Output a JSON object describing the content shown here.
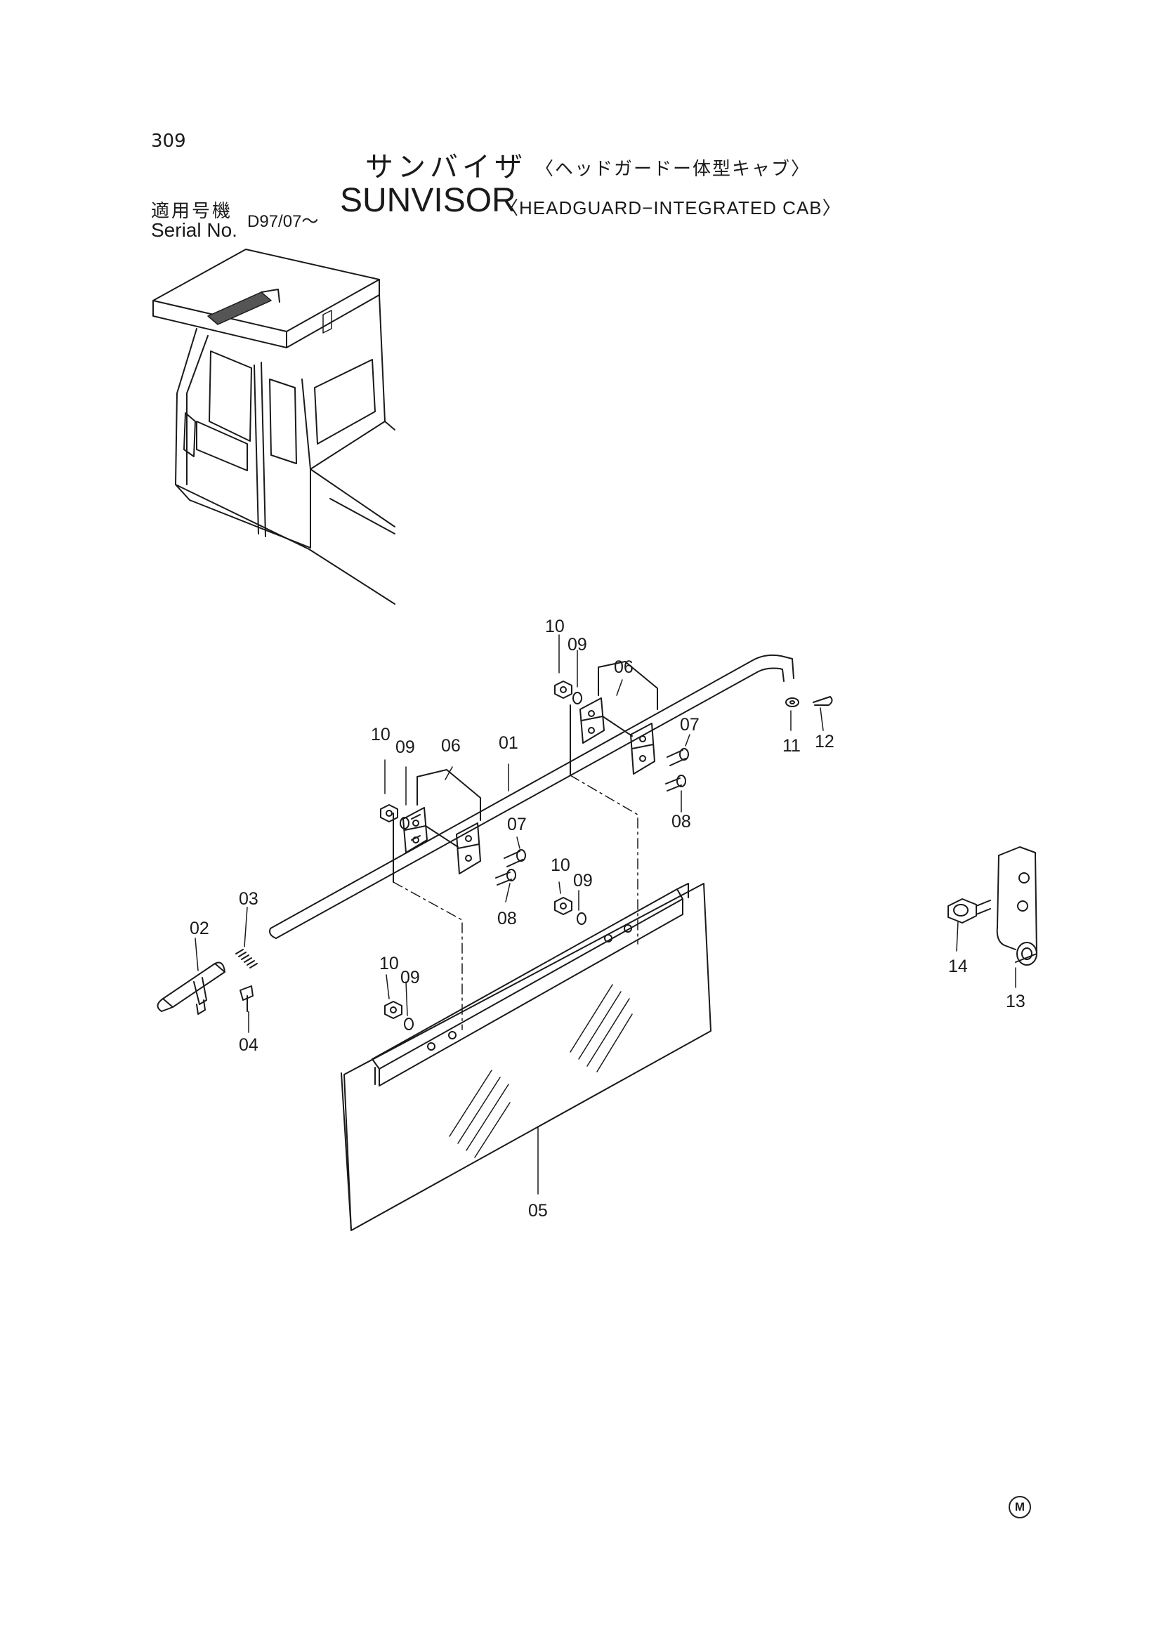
{
  "page_number": "309",
  "title_jp": "サンバイザ",
  "title_jp_sub": "〈ヘッドガードー体型キャブ〉",
  "title_en": "SUNVISOR",
  "title_en_sub": "〈HEADGUARD−INTEGRATED CAB〉",
  "serial_label_jp": "適用号機",
  "serial_label_en": "Serial No.",
  "serial_code": "D97/07～",
  "parts": {
    "p01": "01",
    "p02": "02",
    "p03": "03",
    "p04": "04",
    "p05": "05",
    "p06": "06",
    "p07": "07",
    "p08": "08",
    "p09": "09",
    "p10": "10",
    "p11": "11",
    "p12": "12",
    "p13": "13",
    "p14": "14"
  },
  "mark": "M",
  "colors": {
    "line": "#1a1a1a",
    "background": "#ffffff"
  }
}
